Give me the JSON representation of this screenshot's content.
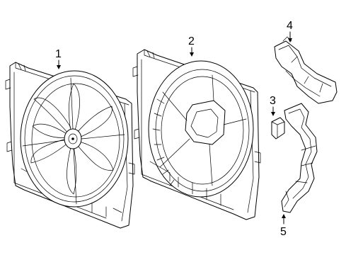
{
  "diagram": {
    "callouts": [
      {
        "id": "1",
        "label": "1"
      },
      {
        "id": "2",
        "label": "2"
      },
      {
        "id": "3",
        "label": "3"
      },
      {
        "id": "4",
        "label": "4"
      },
      {
        "id": "5",
        "label": "5"
      }
    ],
    "colors": {
      "stroke": "#000000",
      "background": "#ffffff"
    }
  }
}
